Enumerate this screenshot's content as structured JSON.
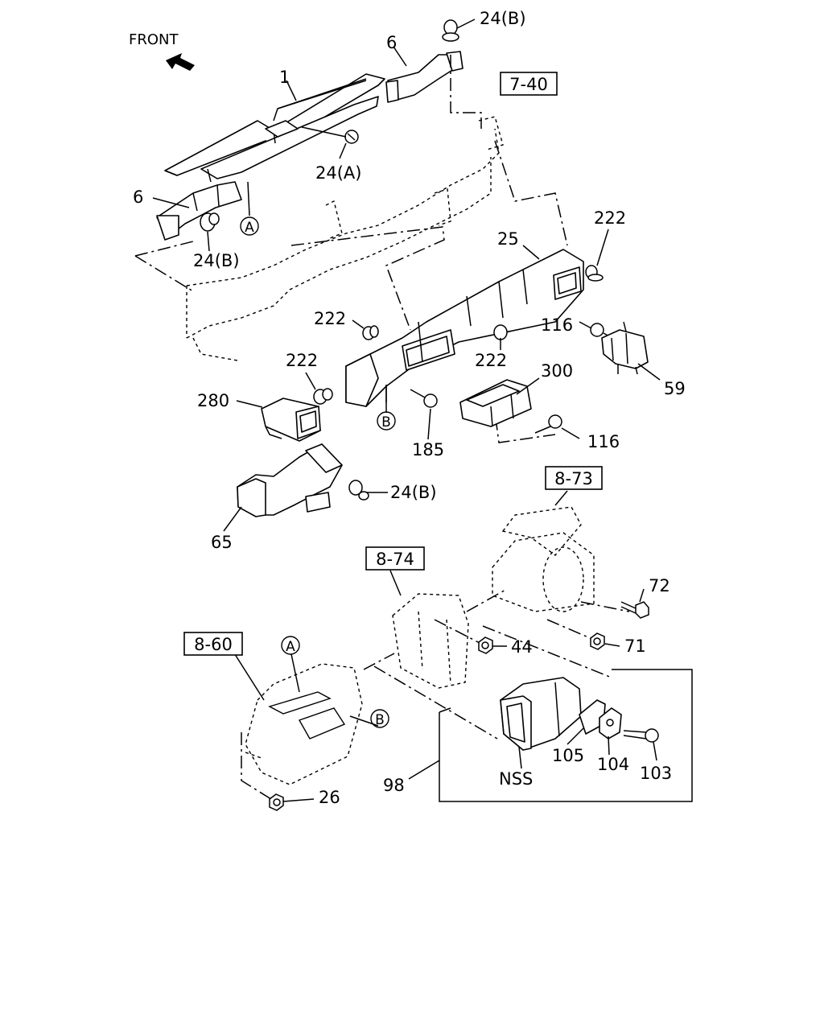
{
  "front_label": "FRONT",
  "callouts": {
    "c1": "1",
    "c6_top": "6",
    "c6_left": "6",
    "c24b_top": "24(B)",
    "c24a": "24(A)",
    "c24b_left": "24(B)",
    "c24b_mid": "24(B)",
    "cA_top": "A",
    "cB_mid": "B",
    "cA_low": "A",
    "cB_low": "B",
    "c25": "25",
    "c222_r": "222",
    "c222_a": "222",
    "c222_b": "222",
    "c222_c": "222",
    "c116_a": "116",
    "c116_b": "116",
    "c59": "59",
    "c300": "300",
    "c280": "280",
    "c185": "185",
    "c65": "65",
    "c72": "72",
    "c71": "71",
    "c44": "44",
    "c26": "26",
    "c98": "98",
    "c105": "105",
    "c104": "104",
    "c103": "103",
    "cNSS": "NSS"
  },
  "section_refs": {
    "r7_40": "7-40",
    "r8_73": "8-73",
    "r8_74": "8-74",
    "r8_60": "8-60"
  }
}
